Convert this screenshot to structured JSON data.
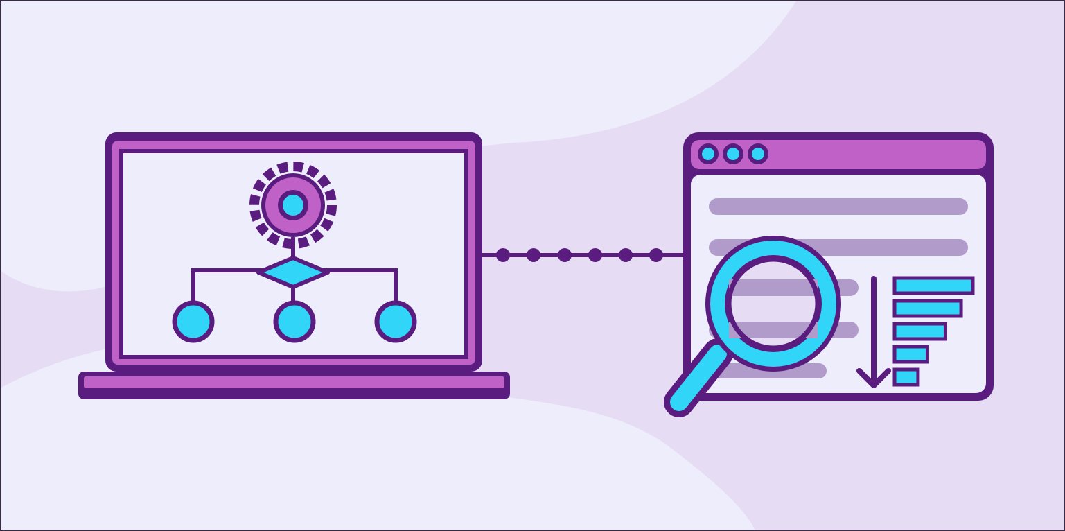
{
  "illustration": {
    "subject": "laptop-connected-to-search-results-window",
    "colors": {
      "background_light": "#eeedfb",
      "background_dark": "#e6dcf4",
      "outline": "#5a1d7f",
      "magenta": "#c061c7",
      "cyan": "#30d5f7",
      "screen": "#eeedfb",
      "placeholder_bar": "#b19bcb"
    },
    "icons": {
      "left": "laptop-icon",
      "gear": "gear-icon",
      "flow": "flowchart-icon",
      "connector": "dotted-connector",
      "right": "browser-window-icon",
      "magnifier": "magnifying-glass-icon",
      "sort": "sort-descending-icon"
    },
    "ranking_bars": [
      1.0,
      0.85,
      0.65,
      0.42,
      0.3
    ]
  }
}
